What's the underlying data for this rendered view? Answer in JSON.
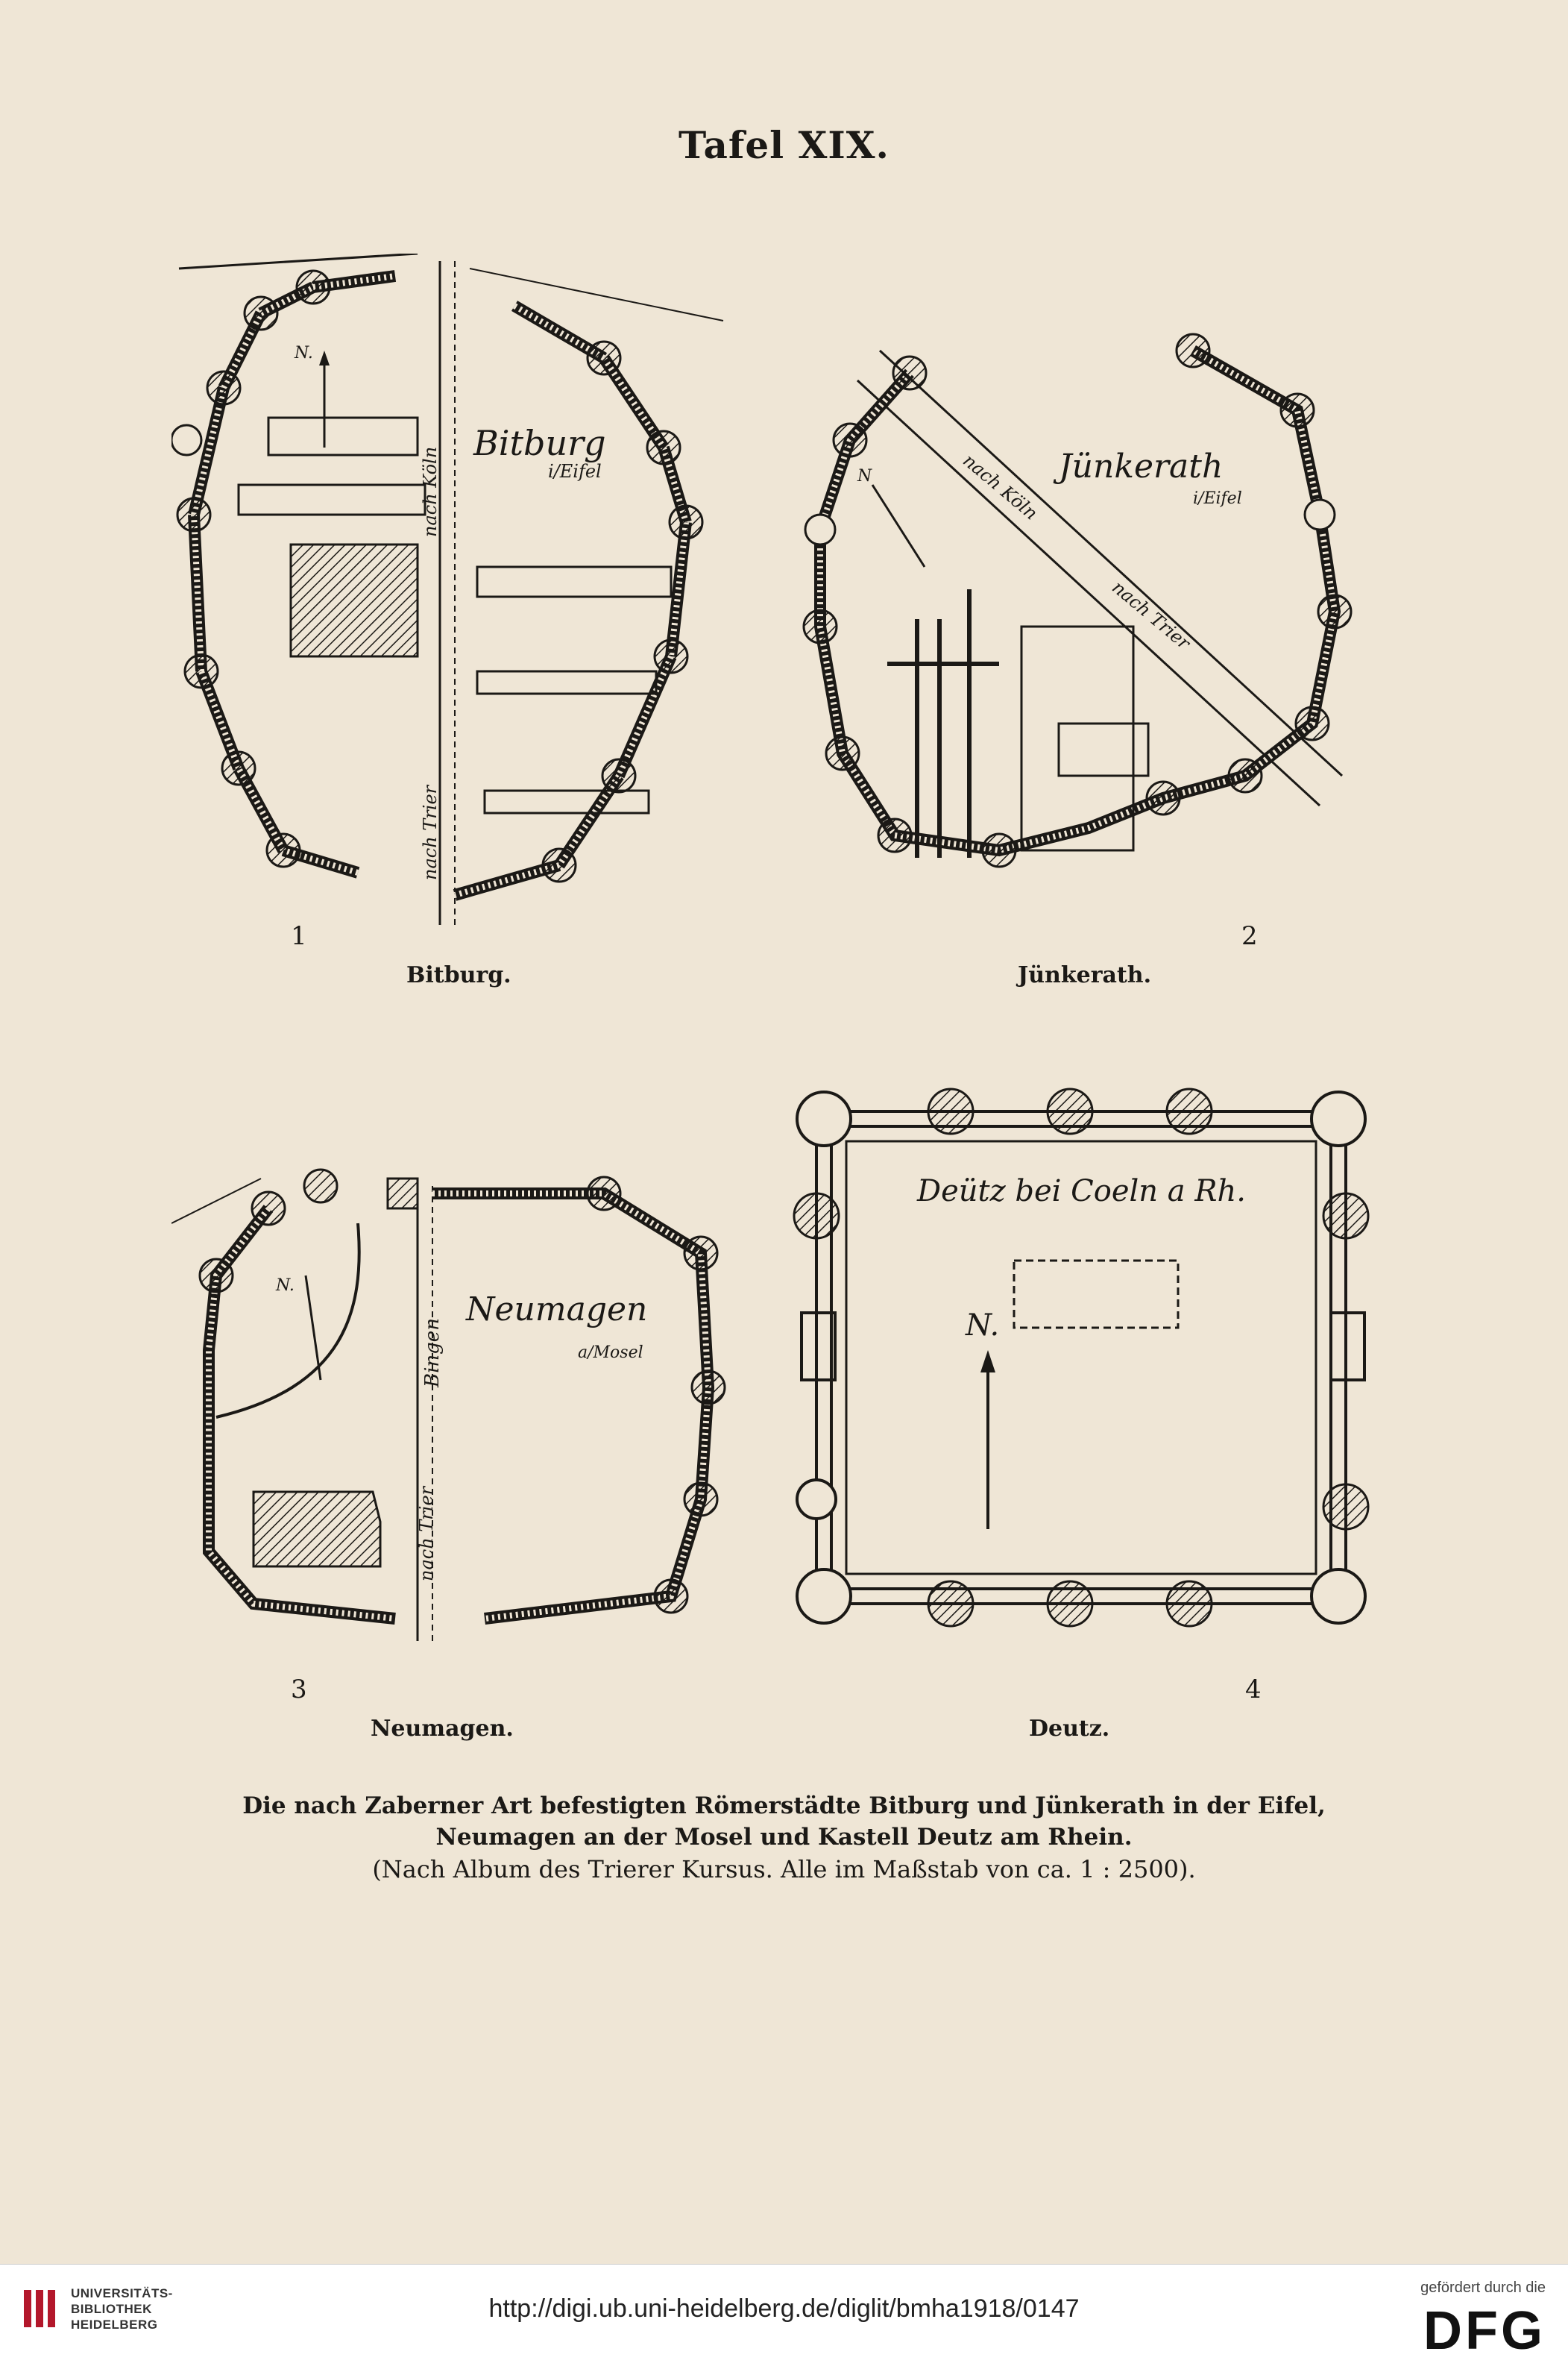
{
  "page": {
    "title": "Tafel XIX."
  },
  "figures": [
    {
      "number": "1",
      "name": "Bitburg.",
      "labels": {
        "town": "Bitburg",
        "region": "i/Eifel",
        "road1": "nach Köln",
        "road2": "nach Trier",
        "north": "N."
      }
    },
    {
      "number": "2",
      "name": "Jünkerath.",
      "labels": {
        "town": "Jünkerath",
        "region": "i/Eifel",
        "road1": "nach Köln",
        "road2": "nach Trier",
        "north": "N"
      }
    },
    {
      "number": "3",
      "name": "Neumagen.",
      "labels": {
        "town": "Neumagen",
        "region": "a/Mosel",
        "road1": "Bingen",
        "road2": "nach Trier",
        "north": "N."
      }
    },
    {
      "number": "4",
      "name": "Deutz.",
      "labels": {
        "town": "Deütz bei Coeln a Rh.",
        "north": "N."
      }
    }
  ],
  "caption": {
    "line1": "Die nach Zaberner Art befestigten Römerstädte Bitburg und Jünkerath in der Eifel,",
    "line2": "Neumagen an der Mosel und Kastell Deutz am Rhein.",
    "line3": "(Nach Album des Trierer Kursus.   Alle im Maßstab von ca. 1 : 2500)."
  },
  "footer": {
    "library_line1": "UNIVERSITÄTS-",
    "library_line2": "BIBLIOTHEK",
    "library_line3": "HEIDELBERG",
    "url": "http://digi.ub.uni-heidelberg.de/diglit/bmha1918/0147",
    "funding_text": "gefördert durch die",
    "funder_logo": "DFG"
  },
  "colors": {
    "paper": "#efe6d6",
    "ink": "#1b1916",
    "footer_bg": "#ffffff"
  }
}
